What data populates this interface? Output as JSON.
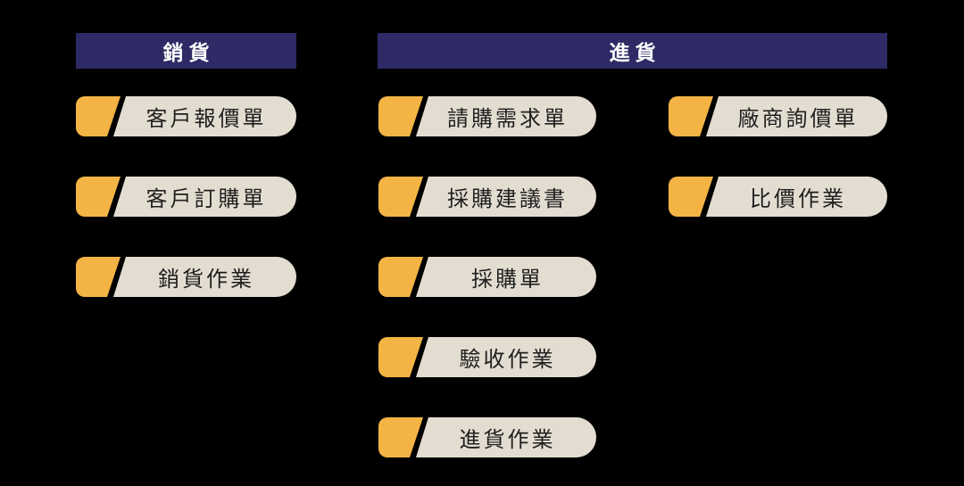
{
  "colors": {
    "canvas_bg": "#000000",
    "header_bg": "#2E2A65",
    "header_text": "#FFFFFF",
    "tab_orange": "#F4B445",
    "pill_bg": "#E3DDD1",
    "pill_text": "#1F1F1F"
  },
  "sections": [
    {
      "header": {
        "label": "銷貨"
      },
      "columns": [
        {
          "items": [
            "客戶報價單",
            "客戶訂購單",
            "銷貨作業"
          ]
        }
      ]
    },
    {
      "header": {
        "label": "進貨"
      },
      "columns": [
        {
          "items": [
            "請購需求單",
            "採購建議書",
            "採購單",
            "驗收作業",
            "進貨作業"
          ]
        },
        {
          "items": [
            "廠商詢價單",
            "比價作業"
          ]
        }
      ]
    }
  ]
}
